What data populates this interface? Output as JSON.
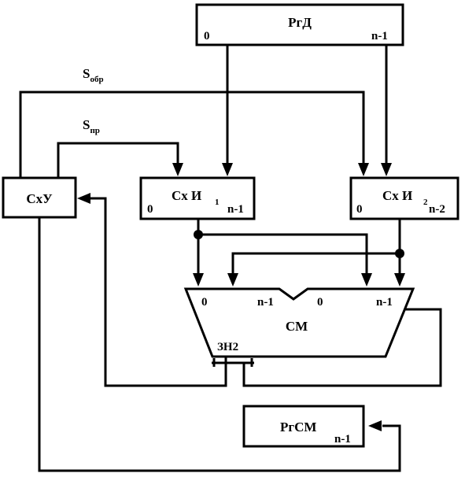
{
  "diagram": {
    "rgd": {
      "name": "РгД",
      "bit_low": "0",
      "bit_high": "n-1"
    },
    "sxu": {
      "name": "СхУ"
    },
    "sxi1": {
      "name": "Сх И",
      "index": "1",
      "bit_low": "0",
      "bit_high": "n-1"
    },
    "sxi2": {
      "name": "Сх И",
      "index": "2",
      "bit_low": "0",
      "bit_high": "n-2"
    },
    "cm": {
      "name": "СМ",
      "in_a_low": "0",
      "in_a_high": "n-1",
      "in_b_low": "0",
      "in_b_high": "n-1",
      "carry": "ЗН2"
    },
    "rgcm": {
      "name": "РгСМ",
      "bit_high": "n-1"
    },
    "signals": {
      "s_obr": {
        "letter": "S",
        "sub": "обр"
      },
      "s_pr": {
        "letter": "S",
        "sub": "пр"
      }
    }
  }
}
